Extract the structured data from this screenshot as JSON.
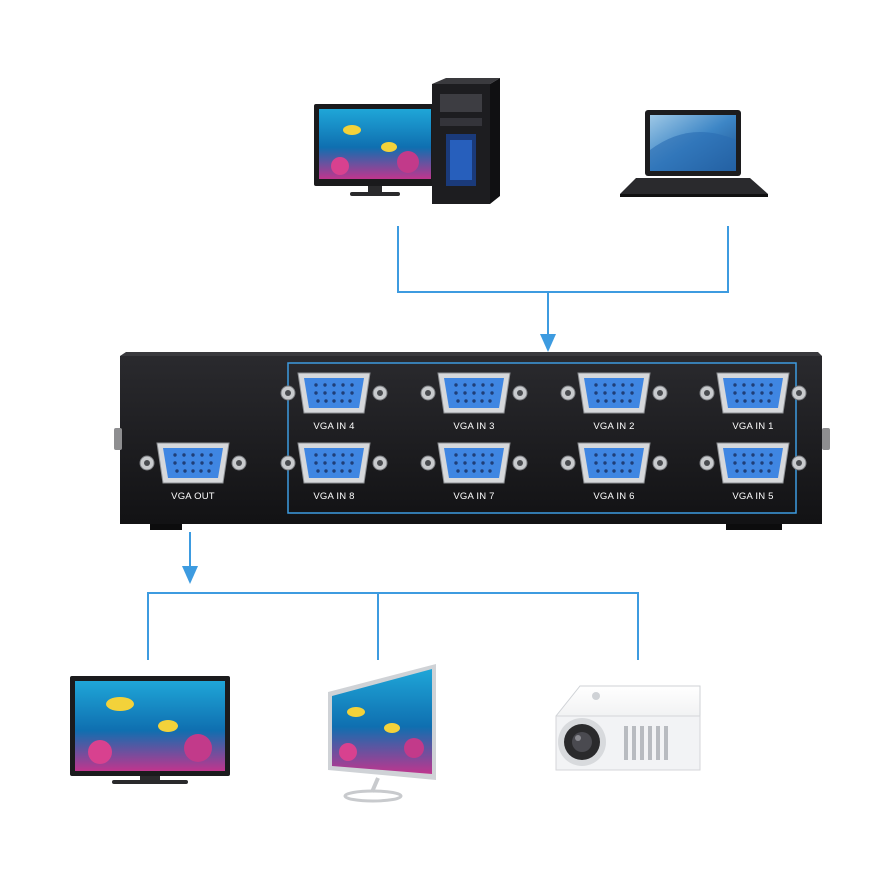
{
  "inputs": [
    {
      "label": "VGA IN 1"
    },
    {
      "label": "VGA IN 2"
    },
    {
      "label": "VGA IN 3"
    },
    {
      "label": "VGA IN 4"
    },
    {
      "label": "VGA IN 5"
    },
    {
      "label": "VGA IN 6"
    },
    {
      "label": "VGA IN 7"
    },
    {
      "label": "VGA IN 8"
    }
  ],
  "output": {
    "label": "VGA OUT"
  },
  "sources": [
    "desktop-pc-icon",
    "laptop-icon"
  ],
  "displays": [
    "tv-icon",
    "monitor-icon",
    "projector-icon"
  ],
  "colors": {
    "connector_line": "#3d9be0",
    "port_blue": "#3f86e2",
    "device_body": "#17171a"
  }
}
